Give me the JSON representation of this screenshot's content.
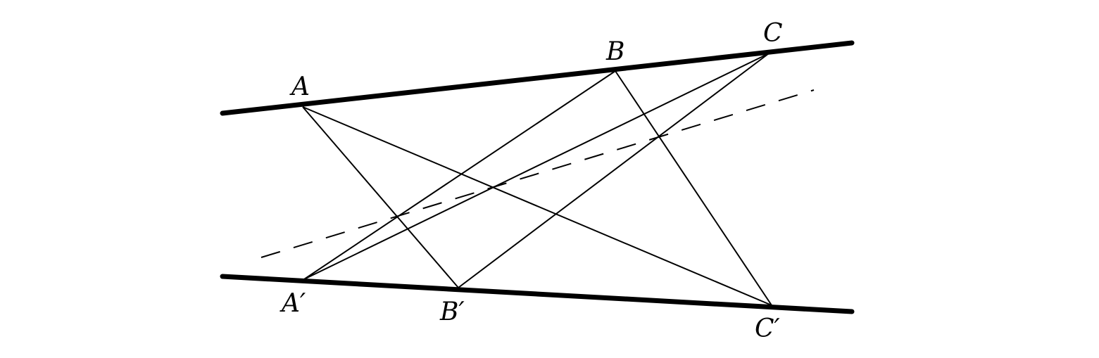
{
  "points": {
    "A": {
      "label": "A"
    },
    "B": {
      "label": "B"
    },
    "C": {
      "label": "C"
    },
    "A1": {
      "label": "A′"
    },
    "B1": {
      "label": "B′"
    },
    "C1": {
      "label": "C′"
    }
  },
  "lines": {
    "upper": {
      "kind": "thick"
    },
    "lower": {
      "kind": "thick"
    },
    "pascal": {
      "kind": "dashed"
    }
  },
  "segments": [
    [
      "A",
      "B1"
    ],
    [
      "A",
      "C1"
    ],
    [
      "B",
      "A1"
    ],
    [
      "B",
      "C1"
    ],
    [
      "C",
      "A1"
    ],
    [
      "C",
      "B1"
    ]
  ],
  "colors": {
    "stroke": "#000000",
    "background": "#ffffff"
  }
}
